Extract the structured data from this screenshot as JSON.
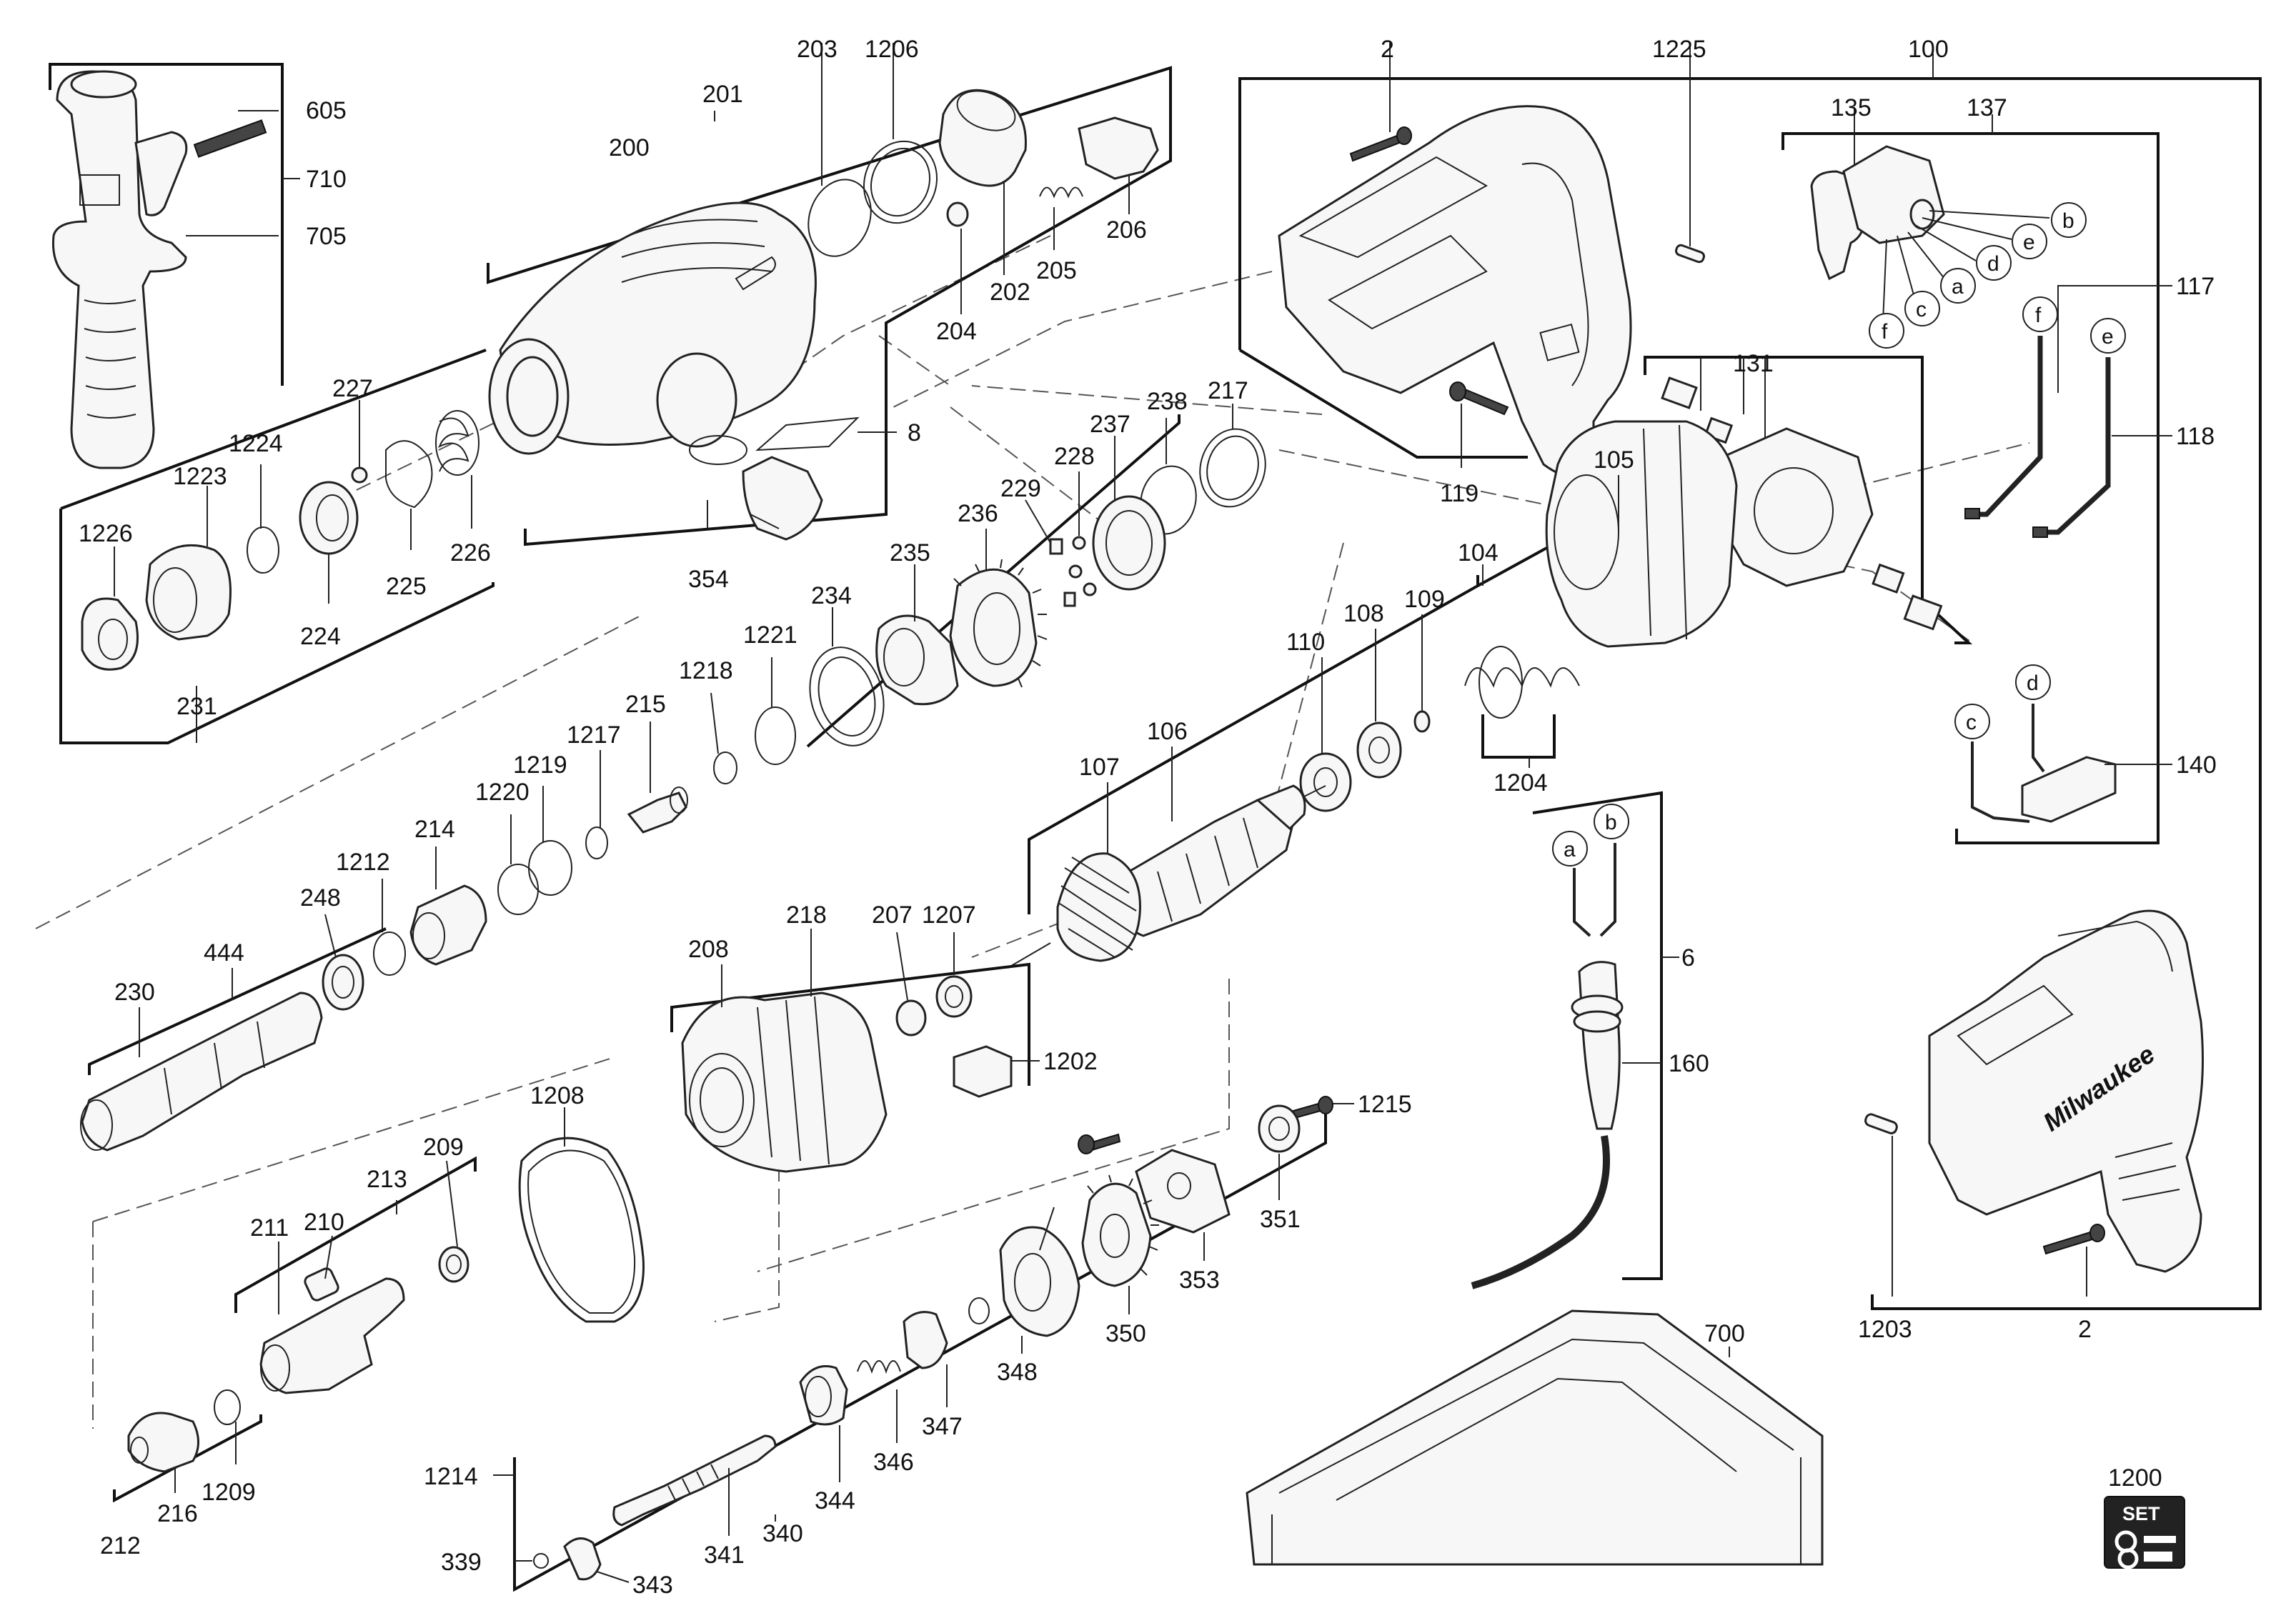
{
  "labels": {
    "l605": "605",
    "l710": "710",
    "l705": "705",
    "l200": "200",
    "l201": "201",
    "l203": "203",
    "l1206": "1206",
    "l206": "206",
    "l205": "205",
    "l202": "202",
    "l204": "204",
    "l8": "8",
    "l354": "354",
    "l2a": "2",
    "l1225": "1225",
    "l100": "100",
    "l119": "119",
    "l135": "135",
    "l137": "137",
    "l117": "117",
    "l118": "118",
    "l131": "131",
    "l227": "227",
    "l1224": "1224",
    "l1223": "1223",
    "l1226": "1226",
    "l224": "224",
    "l225": "225",
    "l226": "226",
    "l231": "231",
    "l238": "238",
    "l217": "217",
    "l237": "237",
    "l228": "228",
    "l229": "229",
    "l236": "236",
    "l235": "235",
    "l234": "234",
    "l1221": "1221",
    "l1218": "1218",
    "l215": "215",
    "l1217": "1217",
    "l1219": "1219",
    "l1220": "1220",
    "l214": "214",
    "l1212": "1212",
    "l248": "248",
    "l444": "444",
    "l230": "230",
    "l105": "105",
    "l104": "104",
    "l109": "109",
    "l108": "108",
    "l110": "110",
    "l1204": "1204",
    "l106": "106",
    "l107": "107",
    "l218": "218",
    "l207": "207",
    "l1207": "1207",
    "l208": "208",
    "l1202": "1202",
    "l1208": "1208",
    "l209": "209",
    "l213": "213",
    "l210": "210",
    "l211": "211",
    "l216": "216",
    "l1209": "1209",
    "l212": "212",
    "l1215": "1215",
    "l351": "351",
    "l353": "353",
    "l350": "350",
    "l348": "348",
    "l347": "347",
    "l346": "346",
    "l344": "344",
    "l340": "340",
    "l341": "341",
    "l1214": "1214",
    "l339": "339",
    "l343": "343",
    "l6": "6",
    "l160": "160",
    "l140": "140",
    "l1203": "1203",
    "l2b": "2",
    "l700": "700",
    "l1200": "1200"
  },
  "callouts": {
    "b1": "b",
    "e1": "e",
    "d1": "d",
    "a1": "a",
    "c1": "c",
    "f1": "f",
    "f2": "f",
    "e2": "e",
    "c3": "c",
    "d3": "d",
    "a4": "a",
    "b4": "b"
  },
  "brand_mark": "Milwaukee",
  "set_badge": "SET",
  "colors": {
    "line": "#222222",
    "background": "#ffffff",
    "badge": "#222222"
  }
}
